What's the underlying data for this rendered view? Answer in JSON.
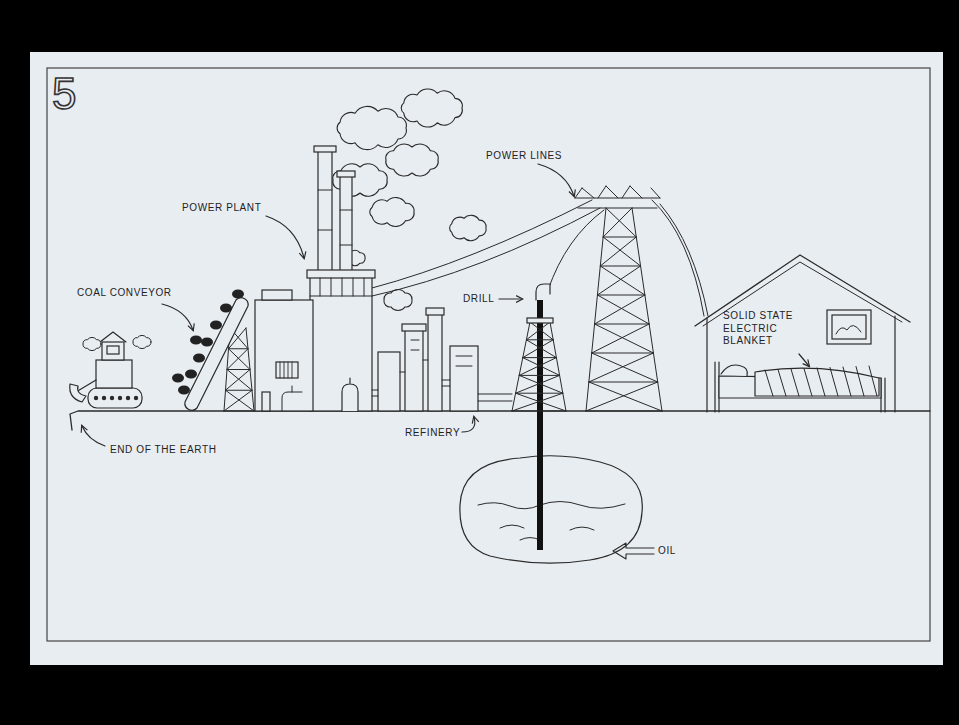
{
  "diagram": {
    "nodes": [
      {
        "text": [
          "SOLID STATE ELECTRIC BLANKET"
        ]
      }
    ],
    "labels": [
      "5",
      "POWER PLANT",
      "COAL CONVEYOR",
      "DRILL",
      "POWER LINES",
      "REFINERY",
      "END OF THE EARTH",
      "OIL"
    ]
  }
}
